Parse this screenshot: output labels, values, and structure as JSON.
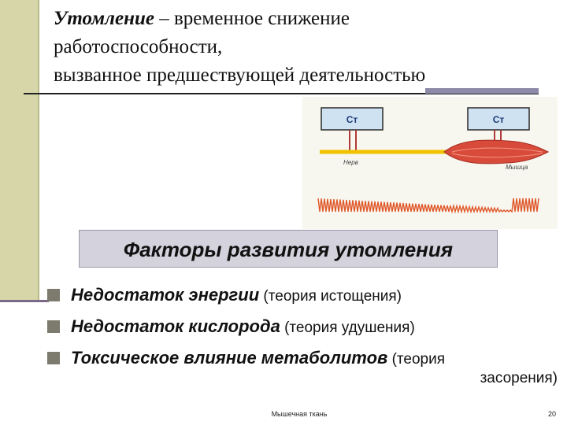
{
  "title": {
    "term": "Утомление",
    "line1_rest": " – временное снижение",
    "line2": "работоспособности,",
    "line3": "вызванное предшествующей деятельностью"
  },
  "figure": {
    "stimulator_left": "Ст",
    "stimulator_right": "Ст",
    "nerve_label": "Нерв",
    "muscle_label": "Мышца",
    "colors": {
      "nerve": "#f2c200",
      "muscle": "#d84a3a",
      "trace": "#e0582a",
      "box": "#cfe2f2"
    }
  },
  "banner": {
    "text": "Факторы развития утомления"
  },
  "bullets": [
    {
      "main": "Недостаток энергии",
      "note": " (теория истощения)"
    },
    {
      "main": "Недостаток кислорода",
      "note": " (теория удушения)"
    },
    {
      "main": "Токсическое влияние метаболитов",
      "note": " (теория"
    }
  ],
  "bullet_continuation": "засорения)",
  "footer": {
    "center": "Мышечная ткань",
    "page": "20"
  }
}
